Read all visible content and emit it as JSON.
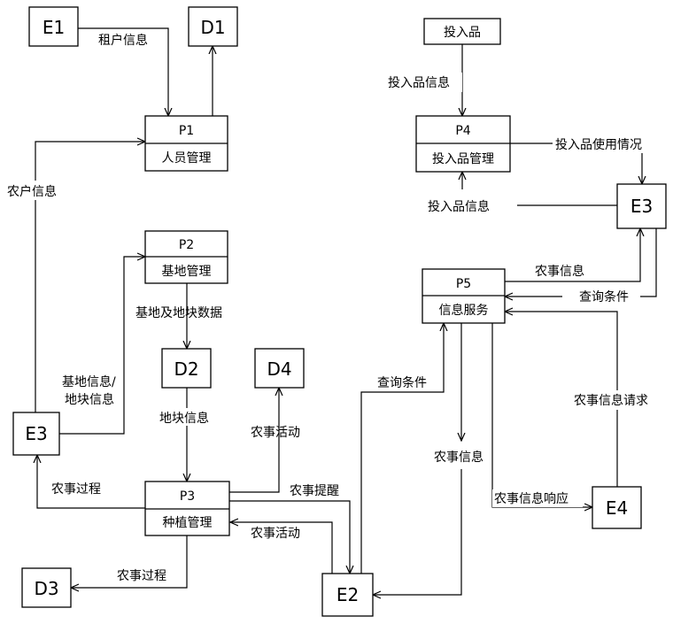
{
  "entities": {
    "e1": "E1",
    "e2": "E2",
    "e3_left": "E3",
    "e3_right": "E3",
    "e4": "E4",
    "input_source": "投入品"
  },
  "stores": {
    "d1": "D1",
    "d2": "D2",
    "d3": "D3",
    "d4": "D4"
  },
  "processes": {
    "p1": {
      "id": "P1",
      "name": "人员管理"
    },
    "p2": {
      "id": "P2",
      "name": "基地管理"
    },
    "p3": {
      "id": "P3",
      "name": "种植管理"
    },
    "p4": {
      "id": "P4",
      "name": "投入品管理"
    },
    "p5": {
      "id": "P5",
      "name": "信息服务"
    }
  },
  "flows": {
    "tenant_info": "租户信息",
    "farmer_info": "农户信息",
    "base_parcel_data": "基地及地块数据",
    "base_info_line1": "基地信息/",
    "base_info_line2": "地块信息",
    "parcel_info": "地块信息",
    "farm_activity_d4": "农事活动",
    "farm_process_e3": "农事过程",
    "farm_reminder": "农事提醒",
    "farm_activity_e2": "农事活动",
    "farm_process_d3": "农事过程",
    "input_info_top": "投入品信息",
    "input_usage": "投入品使用情况",
    "input_info_e3": "投入品信息",
    "farm_info_e3": "农事信息",
    "query_cond_e3": "查询条件",
    "query_cond_e2": "查询条件",
    "farm_info_e2": "农事信息",
    "farm_info_request": "农事信息请求",
    "farm_info_response": "农事信息响应"
  }
}
